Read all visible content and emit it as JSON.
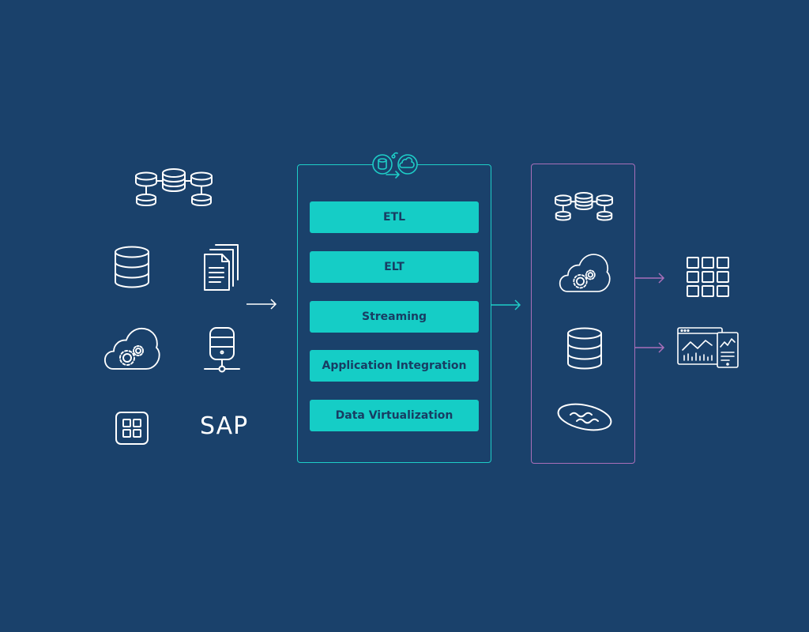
{
  "sources": {
    "icons": [
      "connected-databases-icon",
      "database-icon",
      "documents-icon",
      "cloud-gear-icon",
      "server-network-icon",
      "app-grid-icon"
    ],
    "sap_label": "SAP"
  },
  "integration": {
    "methods": [
      "ETL",
      "ELT",
      "Streaming",
      "Application Integration",
      "Data Virtualization"
    ],
    "badge_icons": [
      "database-icon",
      "cloud-icon"
    ]
  },
  "targets": {
    "icons": [
      "connected-databases-icon",
      "cloud-gear-icon",
      "database-icon",
      "data-lake-icon"
    ]
  },
  "outputs": {
    "icons": [
      "tiles-grid-icon",
      "analytics-dashboard-icon"
    ]
  },
  "colors": {
    "background": "#1a416b",
    "method_fill": "#15cdc6",
    "method_text": "#183d63",
    "integration_border": "#1ecdc7",
    "targets_border": "#a86fb9",
    "icon_stroke": "#ffffff"
  }
}
